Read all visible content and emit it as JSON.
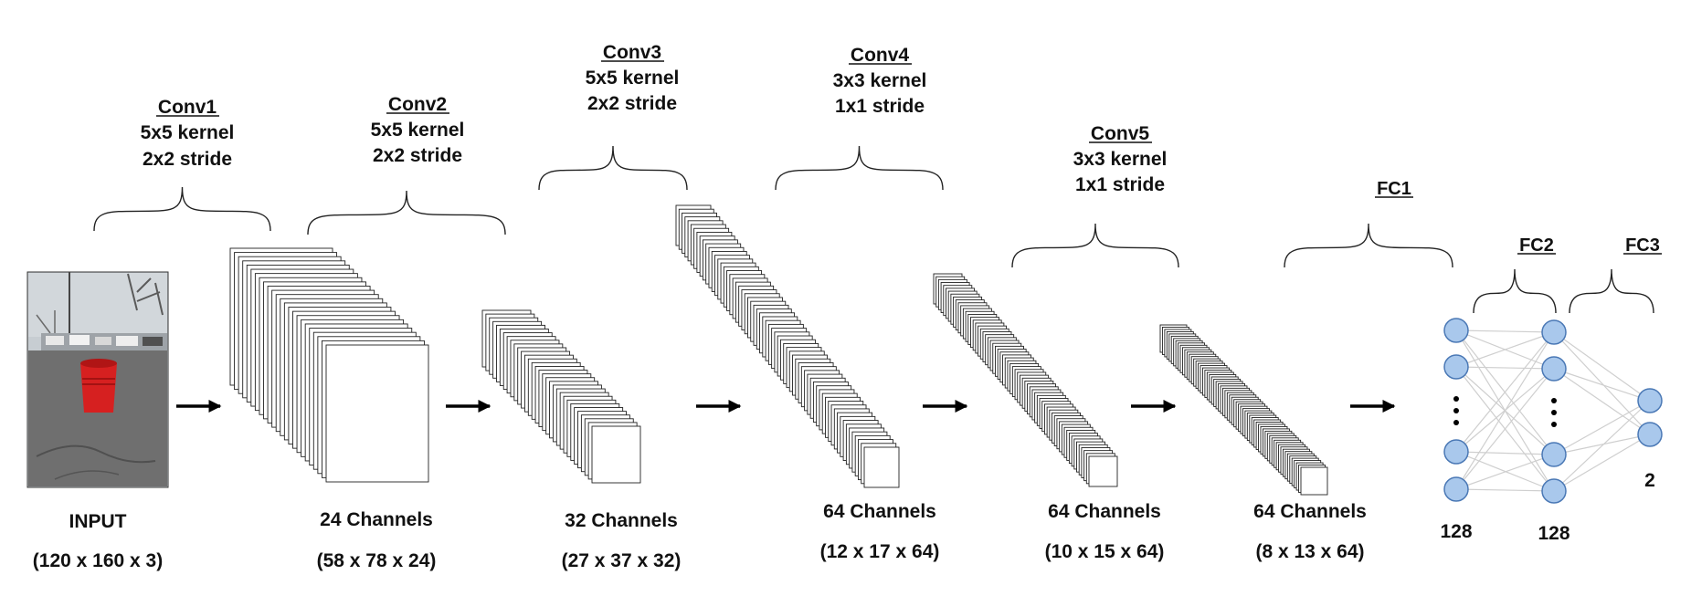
{
  "input": {
    "label": "INPUT",
    "dims": "(120 x 160 x 3)"
  },
  "layers": [
    {
      "name": "Conv1",
      "line1": "5x5 kernel",
      "line2": "2x2 stride"
    },
    {
      "name": "Conv2",
      "line1": "5x5 kernel",
      "line2": "2x2 stride"
    },
    {
      "name": "Conv3",
      "line1": "5x5 kernel",
      "line2": "2x2 stride"
    },
    {
      "name": "Conv4",
      "line1": "3x3 kernel",
      "line2": "1x1 stride"
    },
    {
      "name": "Conv5",
      "line1": "3x3 kernel",
      "line2": "1x1 stride"
    }
  ],
  "feature_maps": [
    {
      "channels": "24 Channels",
      "dims": "(58 x 78 x 24)"
    },
    {
      "channels": "32 Channels",
      "dims": "(27 x 37 x 32)"
    },
    {
      "channels": "64 Channels",
      "dims": "(12 x 17 x 64)"
    },
    {
      "channels": "64 Channels",
      "dims": "(10 x 15 x 64)"
    },
    {
      "channels": "64 Channels",
      "dims": "(8 x 13 x 64)"
    }
  ],
  "fc": {
    "fc1": "FC1",
    "fc2": "FC2",
    "fc3": "FC3",
    "layer1_count": "128",
    "layer2_count": "128",
    "output_count": "2"
  },
  "colors": {
    "neuron_fill": "#a9c8ec",
    "neuron_stroke": "#4a78b5",
    "bucket": "#d62020",
    "sky": "#c7cdd2",
    "asphalt": "#6f6f6f"
  }
}
